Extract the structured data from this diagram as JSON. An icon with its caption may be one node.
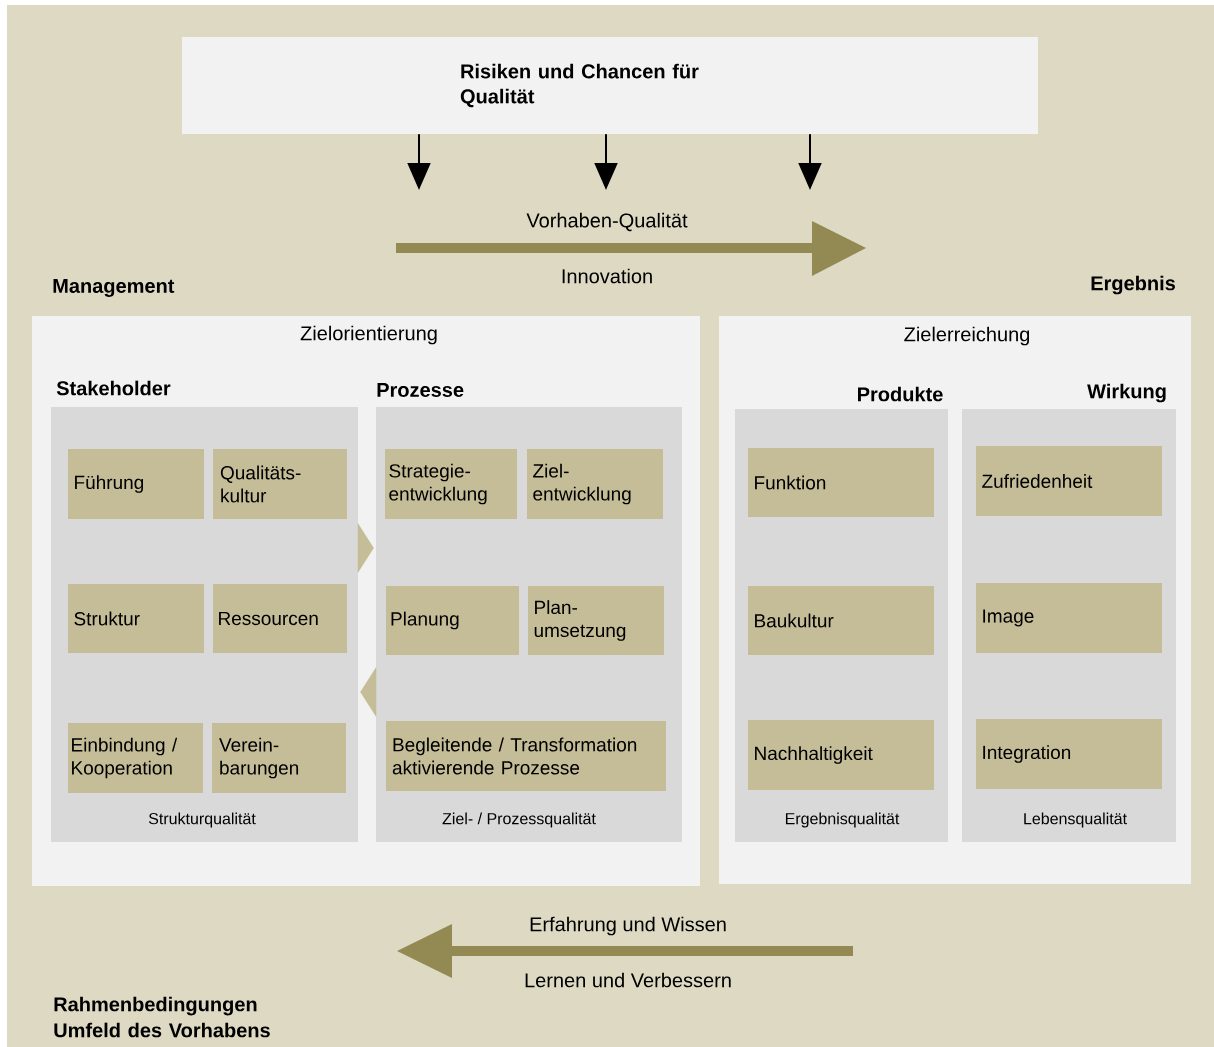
{
  "diagram": {
    "nodes": [
      {
        "text": [
          "Risiken und Chancen für Qualität"
        ]
      },
      {
        "text": [
          "Management",
          "Zielorientierung"
        ]
      },
      {
        "text": [
          "Ergebnis",
          "Zielerreichung"
        ]
      },
      {
        "text": [
          "Stakeholder",
          "Strukturqualität"
        ],
        "in": 1
      },
      {
        "text": [
          "Führung"
        ],
        "in": 3
      },
      {
        "text": [
          "Qualitäts- kultur"
        ],
        "in": 3
      },
      {
        "text": [
          "Struktur"
        ],
        "in": 3
      },
      {
        "text": [
          "Ressourcen"
        ],
        "in": 3
      },
      {
        "text": [
          "Einbindung / Kooperation"
        ],
        "in": 3
      },
      {
        "text": [
          "Verein- barungen"
        ],
        "in": 3
      },
      {
        "text": [
          "Prozesse",
          "Ziel- / Prozessqualität"
        ],
        "in": 1
      },
      {
        "text": [
          "Strategie- entwicklung"
        ],
        "in": 10
      },
      {
        "text": [
          "Ziel- entwicklung"
        ],
        "in": 10
      },
      {
        "text": [
          "Planung"
        ],
        "in": 10
      },
      {
        "text": [
          "Plan- umsetzung"
        ],
        "in": 10
      },
      {
        "text": [
          "Begleitende / Transformation aktivierende Prozesse"
        ],
        "in": 10
      },
      {
        "text": [
          "Produkte",
          "Ergebnisqualität"
        ],
        "in": 2
      },
      {
        "text": [
          "Funktion"
        ],
        "in": 16
      },
      {
        "text": [
          "Baukultur"
        ],
        "in": 16
      },
      {
        "text": [
          "Nachhaltigkeit"
        ],
        "in": 16
      },
      {
        "text": [
          "Wirkung",
          "Lebensqualität"
        ],
        "in": 2
      },
      {
        "text": [
          "Zufriedenheit"
        ],
        "in": 20
      },
      {
        "text": [
          "Image"
        ],
        "in": 20
      },
      {
        "text": [
          "Integration"
        ],
        "in": 20
      }
    ],
    "edges": [
      {
        "from": 0,
        "to": null,
        "arrow": "to"
      },
      {
        "from": 0,
        "to": null,
        "arrow": "to"
      },
      {
        "from": 0,
        "to": null,
        "arrow": "to"
      },
      {
        "from": 3,
        "to": 10,
        "arrow": "to",
        "color": "#c4bd97"
      },
      {
        "from": 10,
        "to": 3,
        "arrow": "to",
        "color": "#c4bd97"
      }
    ],
    "labels": [
      "Vorhaben-Qualität",
      "Innovation",
      "Erfahrung und Wissen",
      "Lernen und Verbessern",
      "Rahmenbedingungen Umfeld des Vorhabens"
    ]
  }
}
